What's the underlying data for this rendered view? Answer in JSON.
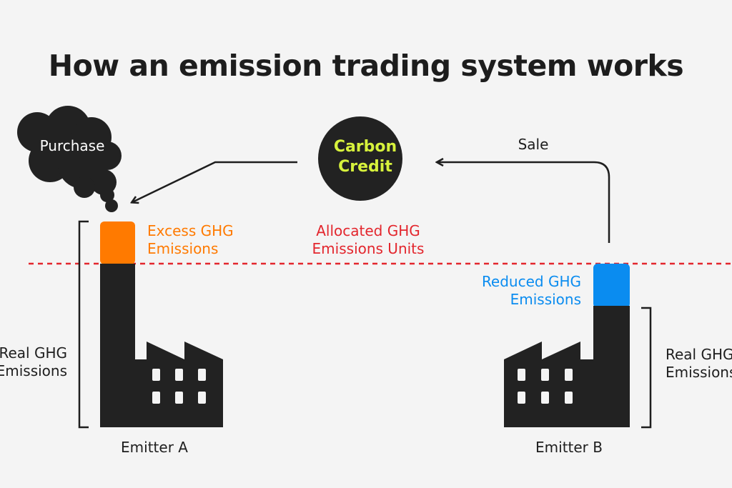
{
  "title": "How an emission trading system works",
  "purchase_label": "Purchase",
  "carbon_credit": [
    "Carbon",
    "Credit"
  ],
  "sale_label": "Sale",
  "excess_label": [
    "Excess GHG",
    "Emissions"
  ],
  "allocated_label": [
    "Allocated GHG",
    "Emissions Units"
  ],
  "reduced_label": [
    "Reduced GHG",
    "Emissions"
  ],
  "real_label_a": [
    "Real GHG",
    "Emissions"
  ],
  "real_label_b": [
    "Real GHG",
    "Emissions"
  ],
  "emitter_a": "Emitter A",
  "emitter_b": "Emitter B",
  "colors": {
    "dark": "#222222",
    "excess": "#ff7a00",
    "reduced": "#0a8cf0",
    "allocated": "#e3262d",
    "credit_text": "#d7f23c",
    "background": "#f4f4f4"
  }
}
